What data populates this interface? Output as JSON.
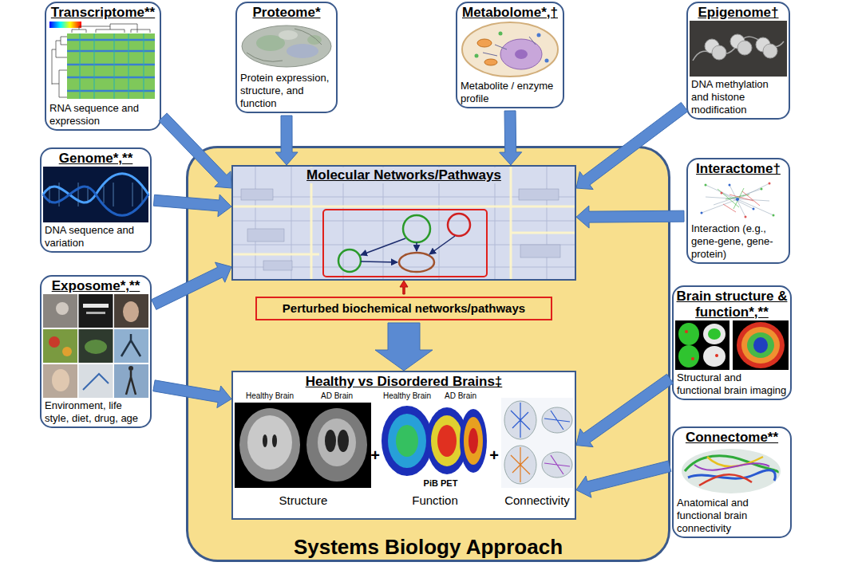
{
  "diagram": {
    "nodes": [
      {
        "text": [
          "Systems Biology Approach"
        ]
      },
      {
        "text": [
          "Molecular Networks/Pathways"
        ],
        "in": 0
      },
      {
        "text": [
          "Perturbed biochemical networks/pathways"
        ],
        "in": 0
      },
      {
        "text": [
          "Healthy vs Disordered Brains‡"
        ],
        "in": 0
      },
      {
        "text": [
          "Transcriptome**",
          "RNA sequence and expression"
        ]
      },
      {
        "text": [
          "Proteome*",
          "Protein expression, structure, and function"
        ]
      },
      {
        "text": [
          "Metabolome*,†",
          "Metabolite / enzyme profile"
        ]
      },
      {
        "text": [
          "Epigenome†",
          "DNA methylation and histone modification"
        ]
      },
      {
        "text": [
          "Genome*,**",
          "DNA sequence and variation"
        ]
      },
      {
        "text": [
          "Interactome†",
          "Interaction (e.g., gene-gene, gene-protein)"
        ]
      },
      {
        "text": [
          "Exposome*,**",
          "Environment, life style, diet, drug, age"
        ]
      },
      {
        "text": [
          "Brain structure & function*,**",
          "Structural and functional brain imaging"
        ]
      },
      {
        "text": [
          "Connectome**",
          "Anatomical and functional brain connectivity"
        ]
      }
    ],
    "edges": [
      {
        "from": 4,
        "to": 1,
        "arrow": "to"
      },
      {
        "from": 5,
        "to": 1,
        "arrow": "to"
      },
      {
        "from": 6,
        "to": 1,
        "arrow": "to"
      },
      {
        "from": 7,
        "to": 1,
        "arrow": "to"
      },
      {
        "from": 8,
        "to": 1,
        "arrow": "to"
      },
      {
        "from": 9,
        "to": 1,
        "arrow": "to"
      },
      {
        "from": 10,
        "to": 1,
        "arrow": "to"
      },
      {
        "from": 10,
        "to": 3,
        "arrow": "to"
      },
      {
        "from": 11,
        "to": 3,
        "arrow": "to"
      },
      {
        "from": 12,
        "to": 3,
        "arrow": "to"
      },
      {
        "from": 2,
        "to": 1,
        "arrow": "to"
      },
      {
        "from": 2,
        "to": 3,
        "arrow": "to"
      }
    ],
    "labels": [
      "Healthy Brain",
      "AD Brain",
      "Healthy Brain",
      "AD Brain",
      "+",
      "PiB PET",
      "+",
      "Structure",
      "Function",
      "Connectivity"
    ]
  }
}
